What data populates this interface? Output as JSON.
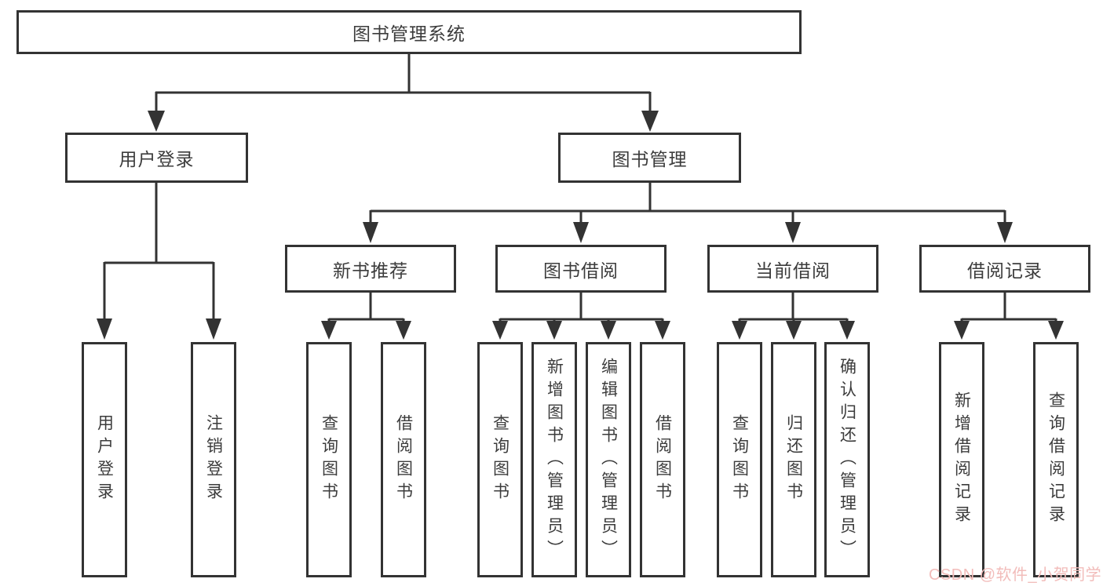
{
  "nodes": {
    "root": "图书管理系统",
    "user_login": "用户登录",
    "book_mgmt": "图书管理",
    "new_books": "新书推荐",
    "book_borrow": "图书借阅",
    "current_borrow": "当前借阅",
    "borrow_records": "借阅记录",
    "leaf_user_login": "用户登录",
    "leaf_logout": "注销登录",
    "nb_query_books": "查询图书",
    "nb_borrow_books": "借阅图书",
    "bb_query_books": "查询图书",
    "bb_add_books": "新增图书（管理员）",
    "bb_edit_books": "编辑图书（管理员）",
    "bb_borrow_books": "借阅图书",
    "cb_query_books": "查询图书",
    "cb_return_books": "归还图书",
    "cb_confirm_return": "确认归还（管理员）",
    "br_add_record": "新增借阅记录",
    "br_query_record": "查询借阅记录"
  },
  "watermark": "CSDN @软件_小贺同学",
  "colors": {
    "line": "#333333",
    "box_border": "#333333",
    "text": "#3c3c3c",
    "watermark_pink": "#f2bcba"
  }
}
